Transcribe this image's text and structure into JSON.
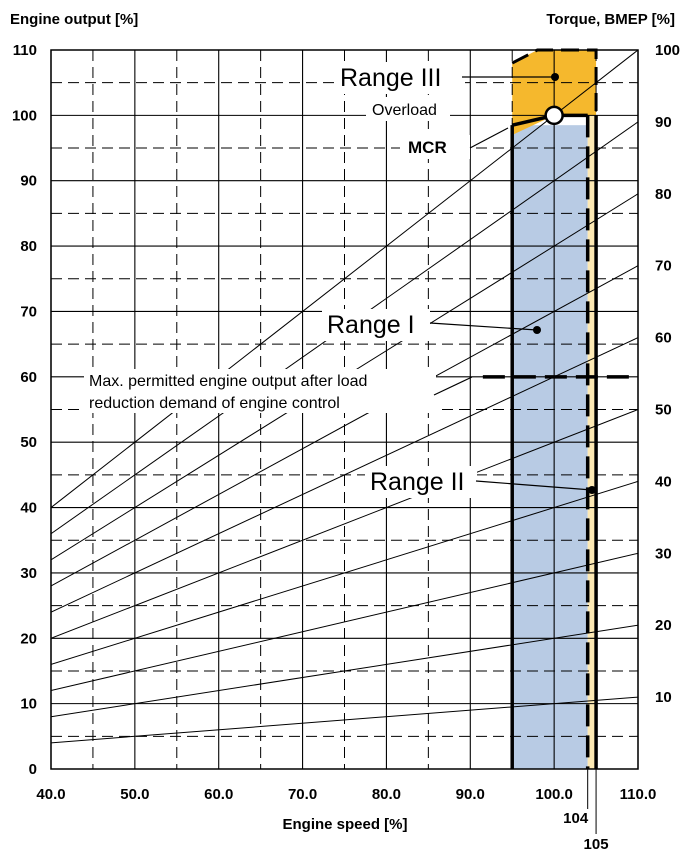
{
  "chart_data": {
    "type": "line",
    "xlabel": "Engine speed [%]",
    "ylabel": "Engine output [%]",
    "y2label": "Torque, BMEP [%]",
    "xlim": [
      40,
      110
    ],
    "ylim": [
      0,
      110
    ],
    "y2lim": [
      0,
      100
    ],
    "x_ticks": [
      "40.0",
      "50.0",
      "60.0",
      "70.0",
      "80.0",
      "90.0",
      "100.0",
      "110.0"
    ],
    "y_ticks": [
      "0",
      "10",
      "20",
      "30",
      "40",
      "50",
      "60",
      "70",
      "80",
      "90",
      "100",
      "110"
    ],
    "y2_ticks": [
      "10",
      "20",
      "30",
      "40",
      "50",
      "60",
      "70",
      "80",
      "90",
      "100"
    ],
    "extra_x_ticks": [
      "104",
      "105"
    ],
    "grid": true,
    "torque_lines_percent": [
      10,
      20,
      30,
      40,
      50,
      60,
      70,
      80,
      90,
      100
    ],
    "regions": [
      {
        "name": "Range I",
        "speed_range": [
          95,
          104
        ],
        "color": "#b8cbe4"
      },
      {
        "name": "Range II",
        "speed_range": [
          104,
          105
        ],
        "color": "#fde9b4"
      },
      {
        "name": "Range III",
        "speed_range": [
          95,
          105
        ],
        "output_range": [
          97,
          110
        ],
        "color": "#f5b82d"
      }
    ],
    "limit_line_output": 60,
    "mcr_point": {
      "x": 100,
      "y": 100
    },
    "annotations": {
      "range3": "Range III",
      "overload": "Overload",
      "mcr": "MCR",
      "range1": "Range I",
      "range2": "Range II",
      "note_line1": "Max. permitted engine output after load",
      "note_line2": "reduction demand of engine control"
    },
    "colors": {
      "range1": "#b8cbe4",
      "range2": "#fde9b4",
      "range3": "#f5b82d"
    }
  }
}
